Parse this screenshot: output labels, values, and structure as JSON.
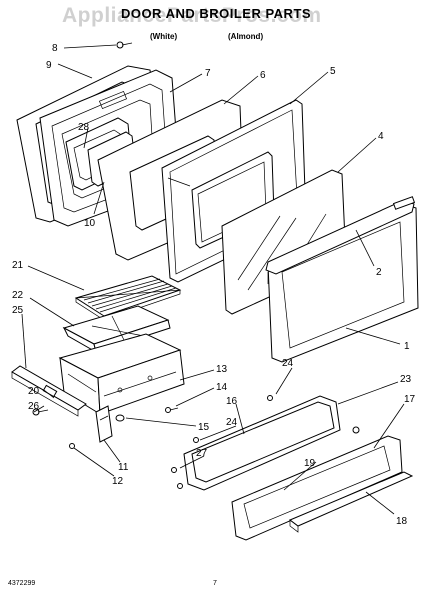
{
  "header": {
    "title": "DOOR AND BROILER PARTS",
    "color_white": "(White)",
    "color_almond": "(Almond)"
  },
  "watermark": "AppliancePartsPros.com",
  "footer": {
    "doc_number": "4372299",
    "page_number": "7"
  },
  "callouts": {
    "c1": "1",
    "c2": "2",
    "c4": "4",
    "c5": "5",
    "c6": "6",
    "c7": "7",
    "c8": "8",
    "c9": "9",
    "c10": "10",
    "c11": "11",
    "c12": "12",
    "c13": "13",
    "c14": "14",
    "c15": "15",
    "c16": "16",
    "c17": "17",
    "c18": "18",
    "c19": "19",
    "c20": "20",
    "c21": "21",
    "c22": "22",
    "c23": "23",
    "c24a": "24",
    "c24b": "24",
    "c25": "25",
    "c26": "26",
    "c27": "27",
    "c28": "28"
  }
}
